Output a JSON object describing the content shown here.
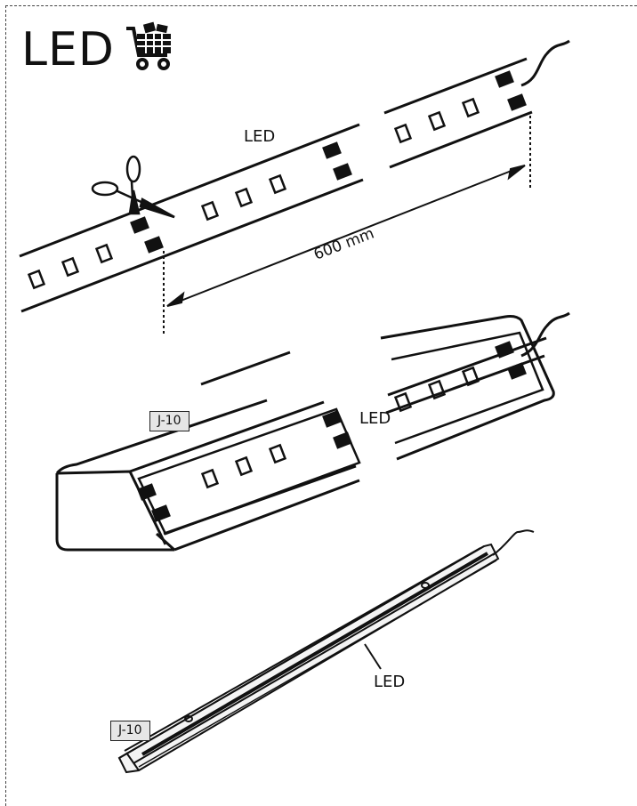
{
  "header": {
    "title": "LED",
    "cart_icon": "shopping-cart-icon"
  },
  "figure1": {
    "strip_label": "LED",
    "dimension": "600 mm",
    "cut_icon": "scissors-icon"
  },
  "figure2": {
    "profile_tag": "J-10",
    "strip_label": "LED"
  },
  "figure3": {
    "profile_tag": "J-10",
    "strip_label": "LED"
  }
}
